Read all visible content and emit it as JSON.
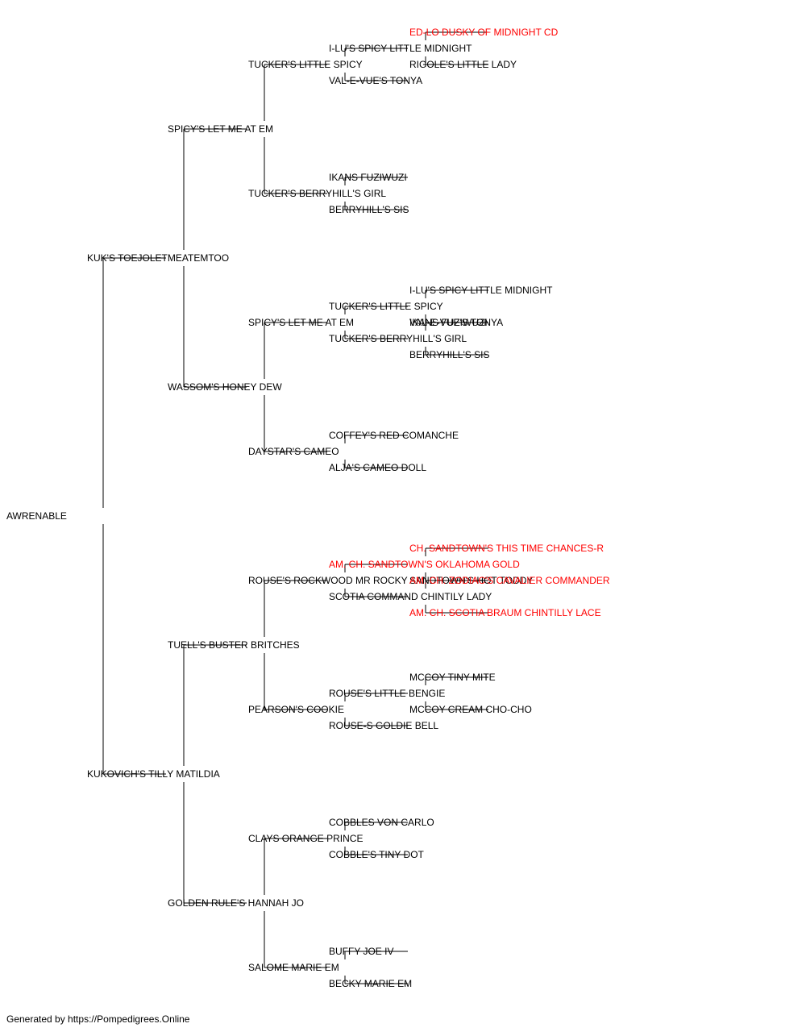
{
  "pedigree": {
    "name": "AWRENABLE",
    "sire": {
      "name": "KUK'S TOEJOLETMEATEMTOO",
      "sire": {
        "name": "SPICY'S LET ME AT EM",
        "sire": {
          "name": "TUCKER'S LITTLE SPICY",
          "sire": {
            "name": "I-LU'S SPICY LITTLE MIDNIGHT",
            "sire": {
              "name": "ED-LO DUSKY OF MIDNIGHT CD",
              "highlight": true
            },
            "dam": {
              "name": "RIGOLE'S LITTLE LADY"
            }
          },
          "dam": {
            "name": "VAL-E-VUE'S TONYA"
          }
        },
        "dam": {
          "name": "TUCKER'S BERRYHILL'S GIRL",
          "sire": {
            "name": "IKANS FUZIWUZI"
          },
          "dam": {
            "name": "BERRYHILL'S SIS"
          }
        }
      },
      "dam": {
        "name": "WASSOM'S HONEY DEW",
        "sire": {
          "name": "SPICY'S LET ME AT EM",
          "sire": {
            "name": "TUCKER'S LITTLE SPICY",
            "sire": {
              "name": "I-LU'S SPICY LITTLE MIDNIGHT"
            },
            "dam": {
              "name": "VAL-E-VUE'S TONYA"
            }
          },
          "dam": {
            "name": "TUCKER'S BERRYHILL'S GIRL",
            "sire": {
              "name": "IKANS FUZIWUZI"
            },
            "dam": {
              "name": "BERRYHILL'S SIS"
            }
          }
        },
        "dam": {
          "name": "DAYSTAR'S CAMEO",
          "sire": {
            "name": "COFFEY'S RED COMANCHE"
          },
          "dam": {
            "name": "ALJA'S CAMEO DOLL"
          }
        }
      }
    },
    "dam": {
      "name": "KUKOVICH'S TILLY MATILDIA",
      "sire": {
        "name": "TUELL'S BUSTER BRITCHES",
        "sire": {
          "name": "ROUSE'S ROCKWOOD MR ROCKY",
          "sire": {
            "name": "AM. CH. SANDTOWN'S OKLAHOMA GOLD",
            "highlight": true,
            "sire": {
              "name": "CH. SANDTOWN'S THIS TIME CHANCES-R",
              "highlight": true
            },
            "dam": {
              "name": "SANDTOWN'S HOT TODDY"
            }
          },
          "dam": {
            "name": "SCOTIA COMMAND CHINTILY LADY",
            "sire": {
              "name": "AM. CH. ZODIAC'S CAVALIER COMMANDER",
              "highlight": true
            },
            "dam": {
              "name": "AM. CH. SCOTIA BRAUM CHINTILLY LACE",
              "highlight": true
            }
          }
        },
        "dam": {
          "name": "PEARSON'S COOKIE",
          "sire": {
            "name": "ROUSE'S LITTLE BENGIE",
            "sire": {
              "name": "MCCOY TINY MITE"
            },
            "dam": {
              "name": "MCCOY CREAM CHO-CHO"
            }
          },
          "dam": {
            "name": "ROUSE-S GOLDIE BELL"
          }
        }
      },
      "dam": {
        "name": "GOLDEN RULE'S HANNAH JO",
        "sire": {
          "name": "CLAYS ORANGE PRINCE",
          "sire": {
            "name": "COBBLES VON CARLO"
          },
          "dam": {
            "name": "COBBLE'S TINY DOT"
          }
        },
        "dam": {
          "name": "SALOME MARIE EM",
          "sire": {
            "name": "BUFFY JOE IV"
          },
          "dam": {
            "name": "BECKY MARIE EM"
          }
        }
      }
    }
  },
  "colors": {
    "text": "#000000",
    "highlight": "#ff0000",
    "line": "#000000"
  },
  "footer": "Generated by https://Pompedigrees.Online"
}
